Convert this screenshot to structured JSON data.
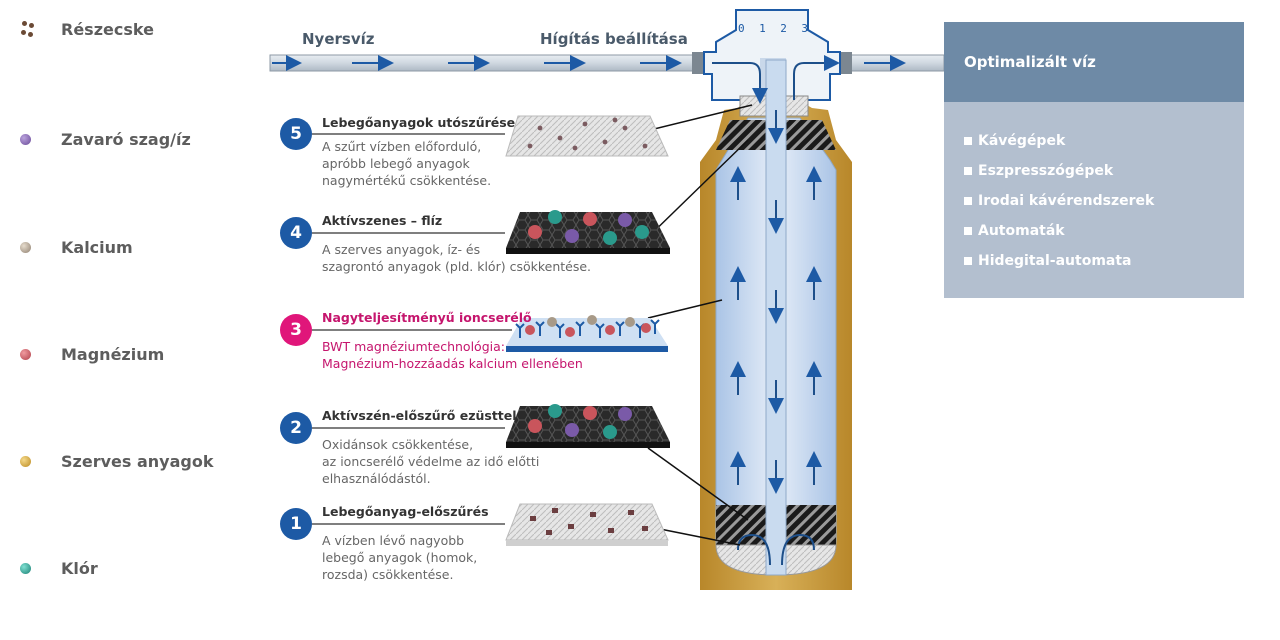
{
  "legend": [
    {
      "label": "Részecske",
      "color": "#6b4a35",
      "icon": "particles-icon"
    },
    {
      "label": "Zavaró szag/íz",
      "color": "#7a5aa8",
      "icon": "purple-dot-icon"
    },
    {
      "label": "Kalcium",
      "color": "#a89a88",
      "icon": "beige-dot-icon"
    },
    {
      "label": "Magnézium",
      "color": "#c9555c",
      "icon": "red-dot-icon"
    },
    {
      "label": "Szerves anyagok",
      "color": "#d6a832",
      "icon": "yellow-dot-icon"
    },
    {
      "label": "Klór",
      "color": "#2a9a8c",
      "icon": "teal-dot-icon"
    }
  ],
  "pipe": {
    "raw_water_label": "Nyersvíz",
    "dilution_label": "Hígítás beállítása",
    "dial_digits": [
      "0",
      "1",
      "2",
      "3"
    ]
  },
  "stages": [
    {
      "number": "5",
      "title": "Lebegőanyagok utószűrése",
      "description": "A szűrt vízben előforduló,\napróbb lebegő anyagok\nnagymértékű csökkentése.",
      "highlight": false,
      "media": "fleece-white"
    },
    {
      "number": "4",
      "title": "Aktívszenes – flíz",
      "description": "A szerves anyagok, íz- és\nszagrontó anyagok (pld. klór) csökkentése.",
      "highlight": false,
      "media": "carbon-fleece"
    },
    {
      "number": "3",
      "title": "Nagyteljesítményű ioncserélő",
      "description": "BWT magnéziumtechnológia:\nMagnézium-hozzáadás kalcium ellenében",
      "highlight": true,
      "media": "ion-exchange"
    },
    {
      "number": "2",
      "title": "Aktívszén-előszűrő ezüsttel",
      "description": "Oxidánsok csökkentése,\naz ioncserélő védelme az idő előtti\nelhasználódástól.",
      "highlight": false,
      "media": "carbon-silver"
    },
    {
      "number": "1",
      "title": "Lebegőanyag-előszűrés",
      "description": "A vízben lévő nagyobb\nlebegő anyagok (homok,\nrozsda) csökkentése.",
      "highlight": false,
      "media": "fleece-particles"
    }
  ],
  "output": {
    "title": "Optimalizált víz",
    "items": [
      "Kávégépek",
      "Eszpresszógépek",
      "Irodai kávérendszerek",
      "Automaták",
      "Hidegital-automata"
    ]
  },
  "colors": {
    "brand_blue": "#1d5aa5",
    "accent_pink": "#e0167a",
    "housing_gold": "#c79a3a",
    "panel_head": "#6e8aa6",
    "panel_body": "#b3bfcf"
  }
}
